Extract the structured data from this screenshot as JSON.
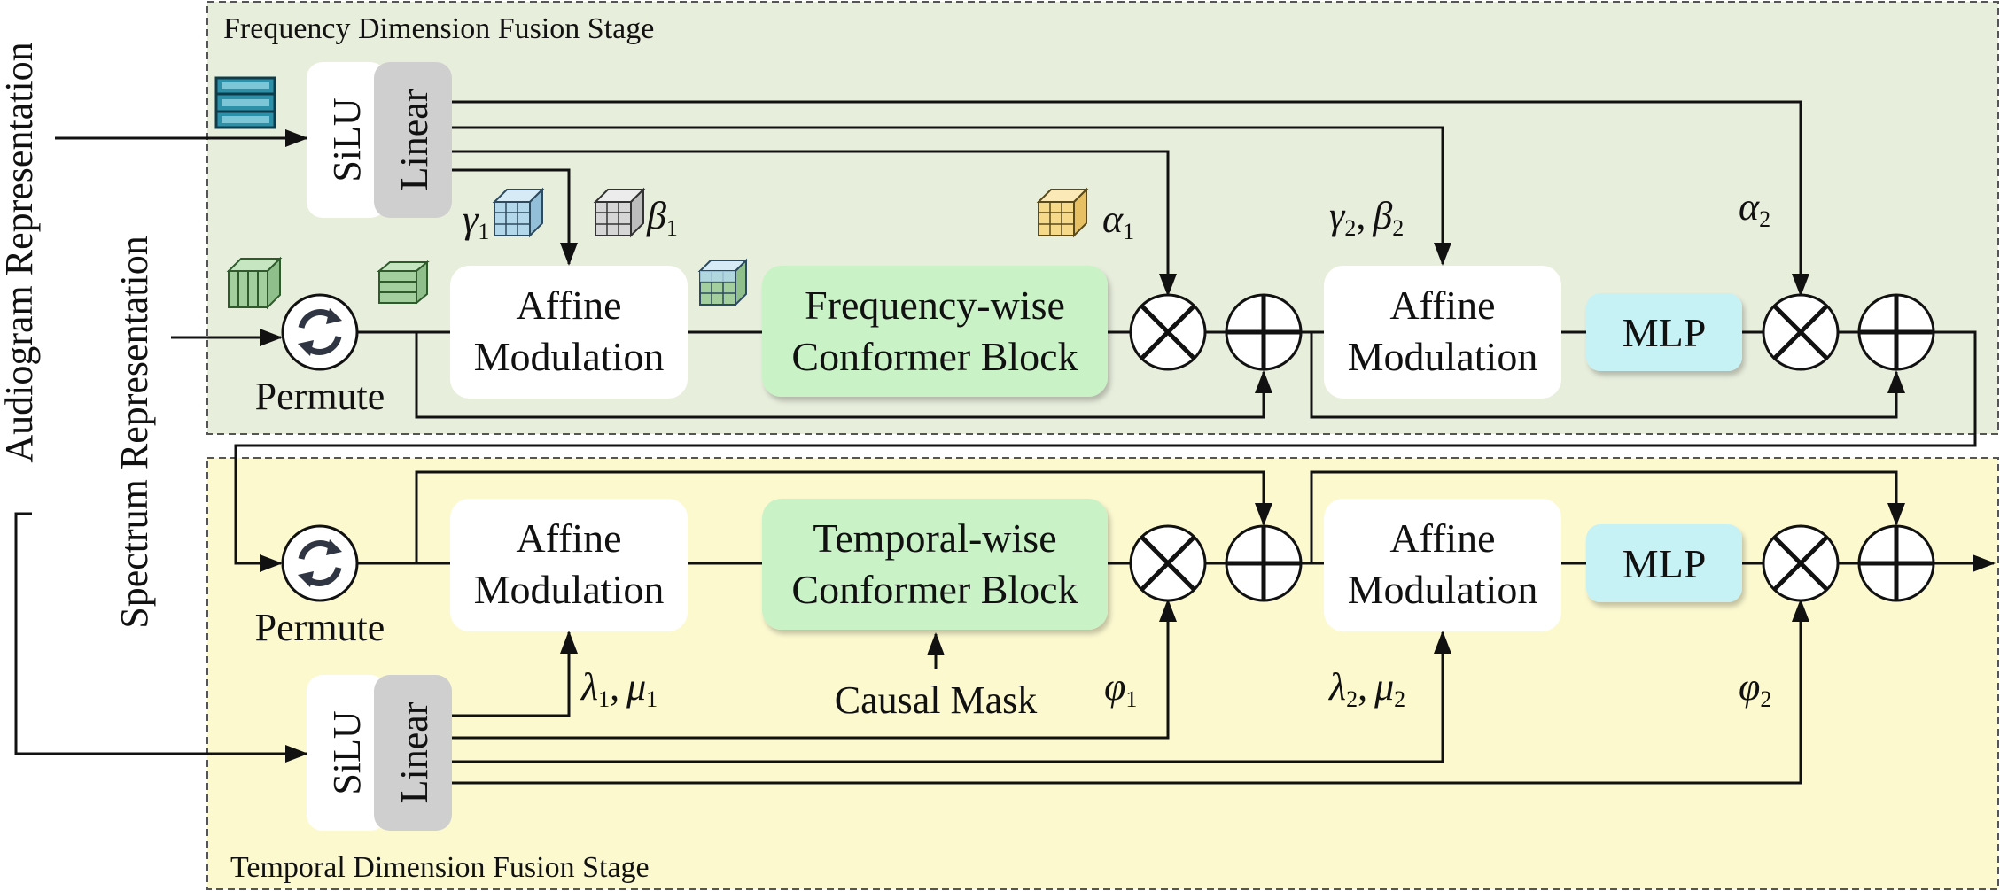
{
  "stages": {
    "frequency": "Frequency Dimension Fusion Stage",
    "temporal": "Temporal Dimension Fusion Stage"
  },
  "inputs": {
    "audiogram": "Audiogram Representation",
    "spectrum": "Spectrum Representation"
  },
  "blocks": {
    "silu": "SiLU",
    "linear": "Linear",
    "permute": "Permute",
    "affine_line1": "Affine",
    "affine_line2": "Modulation",
    "freq_conformer_line1": "Frequency-wise",
    "freq_conformer_line2": "Conformer Block",
    "temp_conformer_line1": "Temporal-wise",
    "temp_conformer_line2": "Conformer Block",
    "mlp": "MLP",
    "causal_mask": "Causal Mask"
  },
  "params": {
    "gamma1": "γ",
    "gamma1_sub": "1",
    "beta1": "β",
    "beta1_sub": "1",
    "alpha1": "α",
    "alpha1_sub": "1",
    "gamma2_beta2_a": "γ",
    "gamma2_beta2_a_sub": "2",
    "gamma2_beta2_b": "β",
    "gamma2_beta2_b_sub": "2",
    "alpha2": "α",
    "alpha2_sub": "2",
    "lambda1_mu1_a": "λ",
    "lambda1_mu1_a_sub": "1",
    "lambda1_mu1_b": "μ",
    "lambda1_mu1_b_sub": "1",
    "phi1": "φ",
    "phi1_sub": "1",
    "lambda2_mu2_a": "λ",
    "lambda2_mu2_a_sub": "2",
    "lambda2_mu2_b": "μ",
    "lambda2_mu2_b_sub": "2",
    "phi2": "φ",
    "phi2_sub": "2",
    "comma": ","
  },
  "colors": {
    "frequency_stage_bg": "#e8eedc",
    "temporal_stage_bg": "#fcf9cf",
    "conformer_green": "#c9f3c6",
    "mlp_cyan": "#c6f2f6",
    "linear_gray": "#cfcfcf",
    "tensor_teal": "#2b90a8",
    "tensor_green": "#a3cf9f",
    "tensor_blue": "#b3d8ec",
    "tensor_gray": "#d6d6d6",
    "tensor_yellow": "#f7d98a"
  }
}
